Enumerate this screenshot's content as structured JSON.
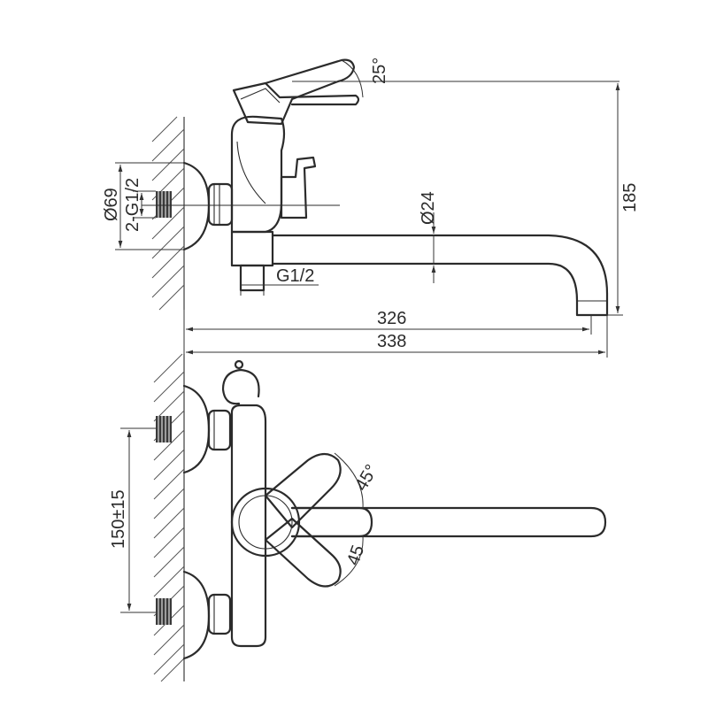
{
  "dimensions": {
    "lever_angle": "25°",
    "height": "185",
    "body_diameter": "Ø69",
    "inlet_thread": "2-G1/2",
    "spout_diameter": "Ø24",
    "outlet_thread": "G1/2",
    "spout_reach_inner": "326",
    "spout_reach_outer": "338",
    "inlet_spacing": "150±15",
    "swivel_angle_upper": "45°",
    "swivel_angle_lower": "45"
  }
}
